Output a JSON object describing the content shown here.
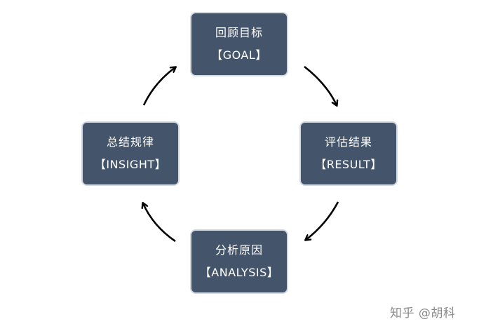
{
  "nodes": {
    "goal": {
      "zh": "回顾目标",
      "en": "【GOAL】"
    },
    "result": {
      "zh": "评估结果",
      "en": "【RESULT】"
    },
    "analysis": {
      "zh": "分析原因",
      "en": "【ANALYSIS】"
    },
    "insight": {
      "zh": "总结规律",
      "en": "【INSIGHT】"
    }
  },
  "watermark": "知乎 @胡科",
  "colors": {
    "box_fill": "#44546a",
    "box_border": "#d2d9e3",
    "box_text": "#ffffff",
    "arrow": "#000000",
    "watermark": "#8a8a8a"
  }
}
